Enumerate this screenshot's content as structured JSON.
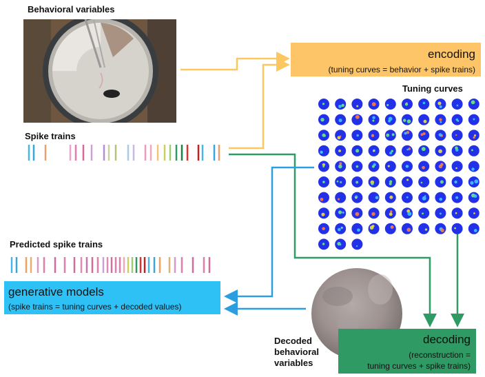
{
  "labels": {
    "behavioral_variables": "Behavioral variables",
    "spike_trains": "Spike trains",
    "tuning_curves": "Tuning curves",
    "predicted_spike_trains": "Predicted spike trains",
    "decoded_line1": "Decoded",
    "decoded_line2": "behavioral",
    "decoded_line3": "variables"
  },
  "encoding": {
    "title": "encoding",
    "subtitle": "(tuning curves = behavior + spike trains)"
  },
  "generative": {
    "title": "generative models",
    "subtitle": "(spike trains = tuning curves + decoded values)"
  },
  "decoding": {
    "title": "decoding",
    "line1": "(reconstruction =",
    "line2": "tuning curves + spike trains)"
  },
  "decoded_marker": "*",
  "colors": {
    "encoding": "#fdc567",
    "generative": "#2ec1f5",
    "decoding": "#2f9a63",
    "arrow_yellow": "#fbc75e",
    "arrow_blue": "#2b9ee0",
    "arrow_green": "#2f9a63",
    "tuning_dot": "#2230e8"
  },
  "spike_trains": [
    "#48b5e6",
    "#3aa6dc",
    "#e8a070",
    "#f2a2c8",
    "#e07da8",
    "#d46c9a",
    "#c9a0d8",
    "#b88cd0",
    "#cbd0a0",
    "#b8c07a",
    "#aac8e8",
    "#c8b8e4",
    "#e79bbf",
    "#f0a8b8",
    "#f5c07a",
    "#c8d060",
    "#a0cc70",
    "#2f9a63",
    "#1e8040",
    "#e03030",
    "#c02020"
  ],
  "predicted_spike_trains": [
    "#48b5e6",
    "#3aa6dc",
    "#f0a060",
    "#e8b070",
    "#d898c8",
    "#e07da8",
    "#d46c9a",
    "#e07da8",
    "#d46c9a",
    "#e888b0",
    "#c878a8",
    "#d46c9a",
    "#e07da8",
    "#c9a0d8",
    "#e888b0",
    "#d070a0",
    "#e07da8",
    "#e07da8",
    "#f0a8b8",
    "#c8d060",
    "#a0cc70",
    "#2f9a63",
    "#e03030",
    "#c02020"
  ],
  "tuning_grid": {
    "columns": 10,
    "full_rows": 9,
    "last_row_count": 3
  }
}
